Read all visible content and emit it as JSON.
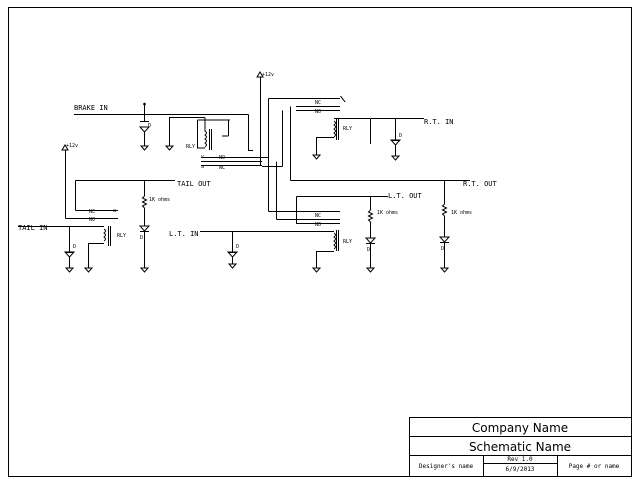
{
  "labels": {
    "brake_in": "BRAKE IN",
    "rt_in": "R.T. IN",
    "tail_out": "TAIL OUT",
    "rt_out": "R.T. OUT",
    "lt_out": "L.T. OUT",
    "tail_in": "TAIL IN",
    "lt_in": "L.T. IN",
    "v12_a": "+12v",
    "v12_b": "+12v",
    "rly": "RLY",
    "nc": "NC",
    "no": "NO",
    "d": "D",
    "ohms": "1K ohms"
  },
  "title_block": {
    "company": "Company Name",
    "schematic": "Schematic Name",
    "designer": "Designer's name",
    "rev": "Rev 1.0",
    "date": "6/9/2013",
    "page": "Page # or name"
  }
}
